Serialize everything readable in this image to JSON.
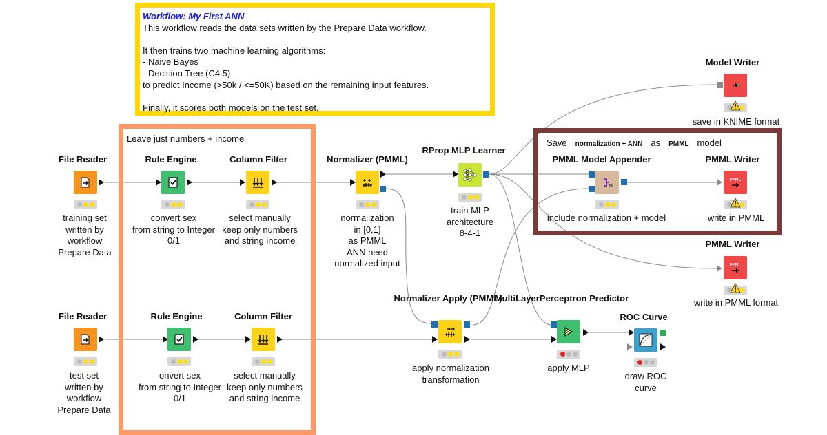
{
  "annotations": {
    "workflow": {
      "title": "Workflow: My First ANN",
      "lines": [
        "This workflow reads the data sets written by the Prepare Data workflow.",
        "",
        "It then trains two machine learning algorithms:",
        "- Naive Bayes",
        "- Decision Tree (C4.5)",
        "to predict Income (>50k / <=50K) based on the remaining input features.",
        "",
        "Finally, it scores both models on the test set."
      ]
    },
    "prep": {
      "label": "Leave just numbers + income"
    },
    "save": {
      "prefix": "Save",
      "bold1": "normalization + ANN",
      "middle": "as",
      "bold2": "PMML",
      "suffix": "model"
    }
  },
  "nodes": {
    "file_reader_train": {
      "title": "File Reader",
      "description": "training set\nwritten by\nworkflow\nPrepare Data",
      "icon": "file-reader-icon",
      "color": "#f7941d",
      "status": [
        "gray",
        "yellow",
        "yellow"
      ]
    },
    "rule_engine_1": {
      "title": "Rule Engine",
      "description": "convert sex\nfrom string to Integer\n0/1",
      "icon": "rule-engine-icon",
      "color": "#3fbf6f",
      "status": [
        "gray",
        "yellow",
        "yellow"
      ]
    },
    "column_filter_1": {
      "title": "Column Filter",
      "description": "select manually\nkeep only numbers\nand string income",
      "icon": "column-filter-icon",
      "color": "#ffd21a",
      "status": [
        "gray",
        "yellow",
        "yellow"
      ]
    },
    "normalizer": {
      "title": "Normalizer (PMML)",
      "description": "normalization\nin [0,1]\nas PMML\nANN need\nnormalized input",
      "icon": "normalizer-icon",
      "color": "#ffd21a",
      "status": [
        "gray",
        "yellow",
        "yellow"
      ]
    },
    "rprop": {
      "title": "RProp MLP Learner",
      "description": "train MLP\narchitecture\n8-4-1",
      "icon": "neural-net-icon",
      "color": "#c8e632",
      "status": [
        "gray",
        "yellow",
        "yellow"
      ]
    },
    "model_writer": {
      "title": "Model Writer",
      "description": "save in KNIME format",
      "icon": "model-writer-icon",
      "color": "#f04848",
      "status": [
        "gray",
        "yellow",
        "yellow"
      ]
    },
    "pmml_appender": {
      "title": "PMML Model Appender",
      "description": "include normalization + model",
      "icon": "pmml-appender-icon",
      "color": "#d7b99e",
      "status": [
        "gray",
        "yellow",
        "yellow"
      ]
    },
    "pmml_writer_1": {
      "title": "PMML Writer",
      "description": "write in PMML",
      "icon": "pmml-writer-icon",
      "color": "#f04848",
      "icon_text": "PMML",
      "status": [
        "gray",
        "yellow",
        "yellow"
      ]
    },
    "pmml_writer_2": {
      "title": "PMML Writer",
      "description": "write in PMML format",
      "icon": "pmml-writer-icon",
      "color": "#f04848",
      "icon_text": "PMML",
      "status": [
        "gray",
        "yellow",
        "yellow"
      ]
    },
    "file_reader_test": {
      "title": "File Reader",
      "description": "test set\nwritten by\nworkflow\nPrepare Data",
      "icon": "file-reader-icon",
      "color": "#f7941d",
      "status": [
        "gray",
        "yellow",
        "yellow"
      ]
    },
    "rule_engine_2": {
      "title": "Rule Engine",
      "description": "onvert sex\nfrom string to Integer\n0/1",
      "icon": "rule-engine-icon",
      "color": "#3fbf6f",
      "status": [
        "gray",
        "yellow",
        "yellow"
      ]
    },
    "column_filter_2": {
      "title": "Column Filter",
      "description": "select manually\nkeep only numbers\nand string income",
      "icon": "column-filter-icon",
      "color": "#ffd21a",
      "status": [
        "gray",
        "yellow",
        "yellow"
      ]
    },
    "normalizer_apply": {
      "title": "Normalizer\nApply (PMML)",
      "description": "apply normalization\ntransformation",
      "icon": "normalizer-apply-icon",
      "color": "#ffd21a",
      "status": [
        "gray",
        "yellow",
        "yellow"
      ]
    },
    "mlp_predictor": {
      "title": "MultiLayerPerceptron\nPredictor",
      "description": "apply MLP",
      "icon": "mlp-predictor-icon",
      "color": "#3fbf6f",
      "status": [
        "red",
        "gray",
        "gray"
      ]
    },
    "roc_curve": {
      "title": "ROC Curve",
      "description": "draw ROC\ncurve",
      "icon": "roc-curve-icon",
      "color": "#3aa0d0",
      "status": [
        "red",
        "gray",
        "gray"
      ]
    }
  }
}
